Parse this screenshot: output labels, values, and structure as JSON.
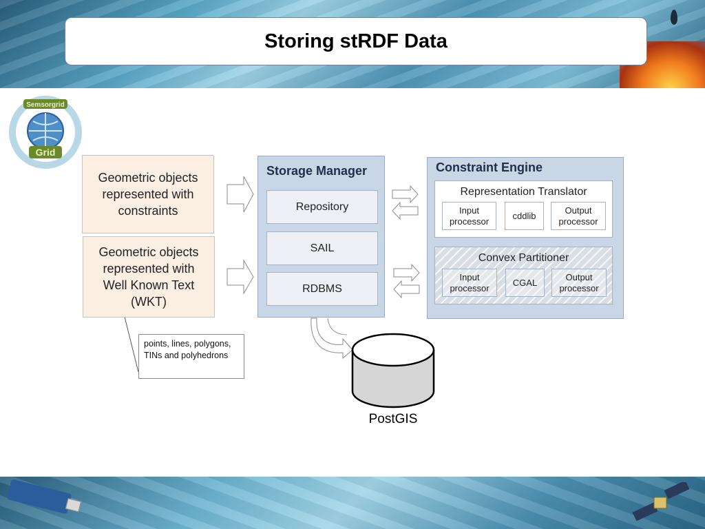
{
  "title": "Storing stRDF Data",
  "logo": {
    "text_top": "Semsorgrid",
    "text_bottom": "Grid"
  },
  "inputs": [
    {
      "label": "Geometric objects represented with constraints"
    },
    {
      "label": "Geometric objects represented with Well Known Text (WKT)"
    }
  ],
  "note": "points, lines, polygons, TINs and polyhedrons",
  "storage_manager": {
    "title": "Storage Manager",
    "layers": [
      "Repository",
      "SAIL",
      "RDBMS"
    ]
  },
  "constraint_engine": {
    "title": "Constraint Engine",
    "representation_translator": {
      "title": "Representation Translator",
      "steps": [
        "Input processor",
        "cddlib",
        "Output processor"
      ]
    },
    "convex_partitioner": {
      "title": "Convex Partitioner",
      "steps": [
        "Input processor",
        "CGAL",
        "Output processor"
      ]
    }
  },
  "database": {
    "label": "PostGIS"
  },
  "colors": {
    "input_fill": "#fbeee2",
    "panel_fill": "#c9d6e6",
    "inner_fill": "#eef0f6",
    "title_text": "#1f2f48"
  }
}
